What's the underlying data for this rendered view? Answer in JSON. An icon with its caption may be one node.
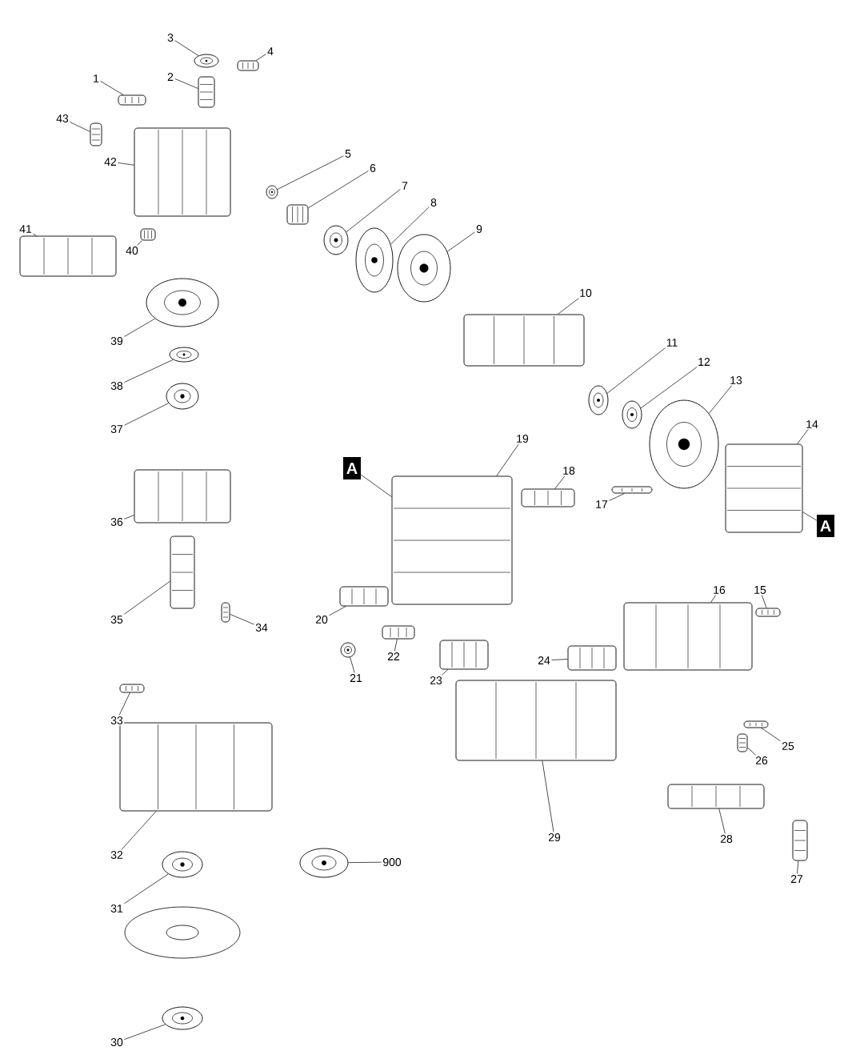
{
  "diagram": {
    "nodes": [
      {
        "text": [
          "1"
        ]
      },
      {
        "text": [],
        "shape": "picture"
      },
      {
        "text": [
          "2"
        ]
      },
      {
        "text": [],
        "shape": "picture"
      },
      {
        "text": [
          "3"
        ]
      },
      {
        "text": [],
        "shape": "picture"
      },
      {
        "text": [
          "4"
        ]
      },
      {
        "text": [],
        "shape": "picture"
      },
      {
        "text": [
          "5"
        ]
      },
      {
        "text": [],
        "shape": "picture"
      },
      {
        "text": [
          "6"
        ]
      },
      {
        "text": [],
        "shape": "picture"
      },
      {
        "text": [
          "7"
        ]
      },
      {
        "text": [],
        "shape": "picture"
      },
      {
        "text": [
          "8"
        ]
      },
      {
        "text": [],
        "shape": "picture"
      },
      {
        "text": [
          "9"
        ]
      },
      {
        "text": [],
        "shape": "picture"
      },
      {
        "text": [
          "10"
        ]
      },
      {
        "text": [],
        "shape": "picture"
      },
      {
        "text": [
          "11"
        ]
      },
      {
        "text": [],
        "shape": "picture"
      },
      {
        "text": [
          "12"
        ]
      },
      {
        "text": [],
        "shape": "picture"
      },
      {
        "text": [
          "13"
        ]
      },
      {
        "text": [],
        "shape": "picture"
      },
      {
        "text": [
          "14"
        ]
      },
      {
        "text": [],
        "shape": "picture"
      },
      {
        "text": [
          "15"
        ]
      },
      {
        "text": [],
        "shape": "picture"
      },
      {
        "text": [
          "16"
        ]
      },
      {
        "text": [],
        "shape": "picture"
      },
      {
        "text": [
          "17"
        ]
      },
      {
        "text": [],
        "shape": "picture"
      },
      {
        "text": [
          "18"
        ]
      },
      {
        "text": [],
        "shape": "picture"
      },
      {
        "text": [
          "19"
        ]
      },
      {
        "text": [],
        "shape": "picture"
      },
      {
        "text": [
          "20"
        ]
      },
      {
        "text": [],
        "shape": "picture"
      },
      {
        "text": [
          "21"
        ]
      },
      {
        "text": [],
        "shape": "picture"
      },
      {
        "text": [
          "22"
        ]
      },
      {
        "text": [],
        "shape": "picture"
      },
      {
        "text": [
          "23"
        ]
      },
      {
        "text": [],
        "shape": "picture"
      },
      {
        "text": [
          "24"
        ]
      },
      {
        "text": [],
        "shape": "picture"
      },
      {
        "text": [
          "25"
        ]
      },
      {
        "text": [],
        "shape": "picture"
      },
      {
        "text": [
          "26"
        ]
      },
      {
        "text": [],
        "shape": "picture"
      },
      {
        "text": [
          "27"
        ]
      },
      {
        "text": [],
        "shape": "picture"
      },
      {
        "text": [
          "28"
        ]
      },
      {
        "text": [],
        "shape": "picture"
      },
      {
        "text": [
          "29"
        ]
      },
      {
        "text": [],
        "shape": "picture"
      },
      {
        "text": [
          "30"
        ]
      },
      {
        "text": [],
        "shape": "picture"
      },
      {
        "text": [
          "31"
        ]
      },
      {
        "text": [],
        "shape": "picture"
      },
      {
        "text": [
          "32"
        ]
      },
      {
        "text": [],
        "shape": "picture"
      },
      {
        "text": [
          "33"
        ]
      },
      {
        "text": [],
        "shape": "picture"
      },
      {
        "text": [
          "34"
        ]
      },
      {
        "text": [],
        "shape": "picture"
      },
      {
        "text": [
          "35"
        ]
      },
      {
        "text": [],
        "shape": "picture"
      },
      {
        "text": [
          "36"
        ]
      },
      {
        "text": [],
        "shape": "picture"
      },
      {
        "text": [
          "37"
        ]
      },
      {
        "text": [],
        "shape": "picture"
      },
      {
        "text": [
          "38"
        ]
      },
      {
        "text": [],
        "shape": "picture"
      },
      {
        "text": [
          "39"
        ]
      },
      {
        "text": [],
        "shape": "picture"
      },
      {
        "text": [
          "40"
        ]
      },
      {
        "text": [],
        "shape": "picture"
      },
      {
        "text": [
          "41"
        ]
      },
      {
        "text": [],
        "shape": "picture"
      },
      {
        "text": [
          "42"
        ]
      },
      {
        "text": [],
        "shape": "picture"
      },
      {
        "text": [
          "43"
        ]
      },
      {
        "text": [],
        "shape": "picture"
      },
      {
        "text": [
          "900"
        ]
      },
      {
        "text": [],
        "shape": "picture"
      },
      {
        "text": [
          "A"
        ]
      },
      {
        "text": [
          "A"
        ]
      }
    ],
    "edges": [
      {
        "from": 0,
        "to": 1,
        "arrow": "none"
      },
      {
        "from": 2,
        "to": 3,
        "arrow": "none"
      },
      {
        "from": 4,
        "to": 5,
        "arrow": "none"
      },
      {
        "from": 6,
        "to": 7,
        "arrow": "none"
      },
      {
        "from": 8,
        "to": 9,
        "arrow": "none"
      },
      {
        "from": 10,
        "to": 11,
        "arrow": "none"
      },
      {
        "from": 12,
        "to": 13,
        "arrow": "none"
      },
      {
        "from": 14,
        "to": 15,
        "arrow": "none"
      },
      {
        "from": 16,
        "to": 17,
        "arrow": "none"
      },
      {
        "from": 18,
        "to": 19,
        "arrow": "none"
      },
      {
        "from": 20,
        "to": 21,
        "arrow": "none"
      },
      {
        "from": 22,
        "to": 23,
        "arrow": "none"
      },
      {
        "from": 24,
        "to": 25,
        "arrow": "none"
      },
      {
        "from": 26,
        "to": 27,
        "arrow": "none"
      },
      {
        "from": 28,
        "to": 29,
        "arrow": "none"
      },
      {
        "from": 30,
        "to": 31,
        "arrow": "none"
      },
      {
        "from": 32,
        "to": 33,
        "arrow": "none"
      },
      {
        "from": 34,
        "to": 35,
        "arrow": "none"
      },
      {
        "from": 36,
        "to": 37,
        "arrow": "none"
      },
      {
        "from": 38,
        "to": 39,
        "arrow": "none"
      },
      {
        "from": 40,
        "to": 41,
        "arrow": "none"
      },
      {
        "from": 42,
        "to": 43,
        "arrow": "none"
      },
      {
        "from": 44,
        "to": 45,
        "arrow": "none"
      },
      {
        "from": 46,
        "to": 47,
        "arrow": "none"
      },
      {
        "from": 48,
        "to": 49,
        "arrow": "none"
      },
      {
        "from": 50,
        "to": 51,
        "arrow": "none"
      },
      {
        "from": 52,
        "to": 53,
        "arrow": "none"
      },
      {
        "from": 54,
        "to": 55,
        "arrow": "none"
      },
      {
        "from": 56,
        "to": 57,
        "arrow": "none"
      },
      {
        "from": 58,
        "to": 59,
        "arrow": "none"
      },
      {
        "from": 60,
        "to": 61,
        "arrow": "none"
      },
      {
        "from": 62,
        "to": 63,
        "arrow": "none"
      },
      {
        "from": 64,
        "to": 65,
        "arrow": "none"
      },
      {
        "from": 66,
        "to": 67,
        "arrow": "none"
      },
      {
        "from": 68,
        "to": 69,
        "arrow": "none"
      },
      {
        "from": 70,
        "to": 71,
        "arrow": "none"
      },
      {
        "from": 72,
        "to": 73,
        "arrow": "none"
      },
      {
        "from": 74,
        "to": 75,
        "arrow": "none"
      },
      {
        "from": 76,
        "to": 77,
        "arrow": "none"
      },
      {
        "from": 78,
        "to": 79,
        "arrow": "none"
      },
      {
        "from": 80,
        "to": 81,
        "arrow": "none"
      },
      {
        "from": 82,
        "to": 83,
        "arrow": "none"
      },
      {
        "from": 84,
        "to": 85,
        "arrow": "none"
      },
      {
        "from": 86,
        "to": 87,
        "arrow": "none"
      },
      {
        "from": 88,
        "to": 37,
        "arrow": "none"
      },
      {
        "from": 89,
        "to": 27,
        "arrow": "none"
      }
    ]
  }
}
